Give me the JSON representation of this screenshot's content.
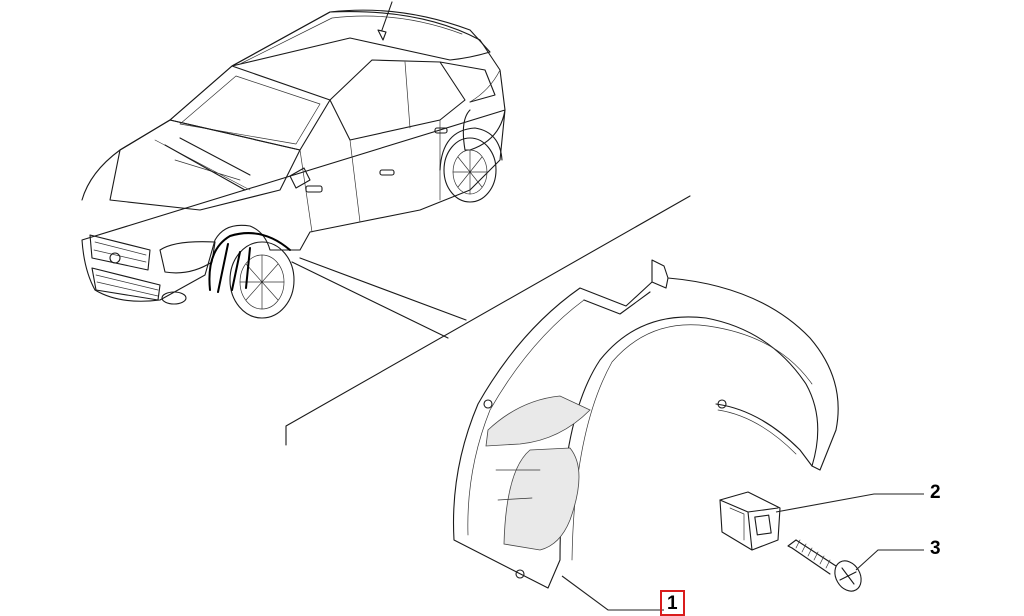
{
  "diagram": {
    "accent_color": "#d91c1c",
    "callouts": [
      {
        "id": "1",
        "label": "1",
        "highlighted": true
      },
      {
        "id": "2",
        "label": "2",
        "highlighted": false
      },
      {
        "id": "3",
        "label": "3",
        "highlighted": false
      }
    ],
    "parts": [
      {
        "callout": "1",
        "name": "wheel-arch-liner"
      },
      {
        "callout": "2",
        "name": "clip-nut"
      },
      {
        "callout": "3",
        "name": "screw"
      }
    ]
  }
}
